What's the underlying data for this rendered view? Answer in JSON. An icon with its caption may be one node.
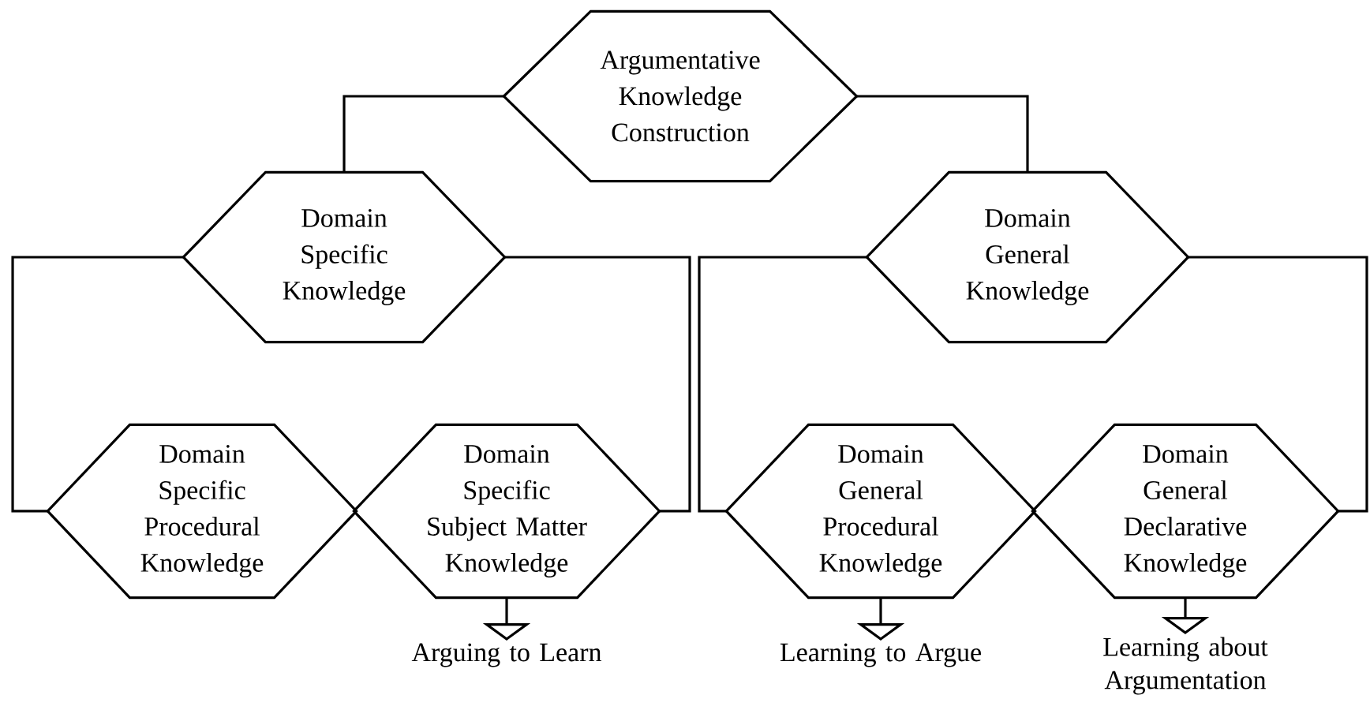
{
  "diagram": {
    "nodes": [
      {
        "text": [
          "Argumentative Knowledge Construction"
        ]
      },
      {
        "text": [
          "Domain Specific Knowledge"
        ]
      },
      {
        "text": [
          "Domain General Knowledge"
        ]
      },
      {
        "text": [
          "Domain Specific Procedural Knowledge"
        ]
      },
      {
        "text": [
          "Domain Specific Subject Matter Knowledge"
        ]
      },
      {
        "text": [
          "Domain General Procedural Knowledge"
        ]
      },
      {
        "text": [
          "Domain General Declarative Knowledge"
        ]
      },
      {
        "text": [
          "Arguing to Learn"
        ]
      },
      {
        "text": [
          "Learning to Argue"
        ]
      },
      {
        "text": [
          "Learning about Argumentation"
        ]
      }
    ],
    "edges": [
      {
        "from": 0,
        "to": 1,
        "arrow": "none"
      },
      {
        "from": 0,
        "to": 2,
        "arrow": "none"
      },
      {
        "from": 1,
        "to": 3,
        "arrow": "none"
      },
      {
        "from": 1,
        "to": 4,
        "arrow": "none"
      },
      {
        "from": 2,
        "to": 5,
        "arrow": "none"
      },
      {
        "from": 2,
        "to": 6,
        "arrow": "none"
      },
      {
        "from": 4,
        "to": 7,
        "arrow": "to"
      },
      {
        "from": 5,
        "to": 8,
        "arrow": "to"
      },
      {
        "from": 6,
        "to": 9,
        "arrow": "to"
      }
    ]
  }
}
